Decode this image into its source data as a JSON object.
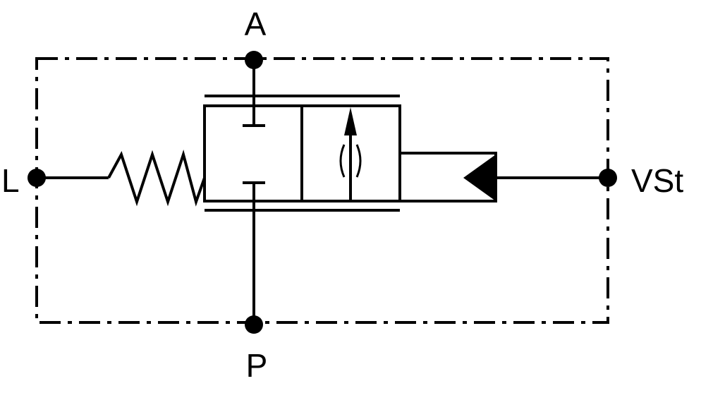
{
  "ports": {
    "a": "A",
    "p": "P",
    "l": "L",
    "vst": "VSt"
  },
  "colors": {
    "stroke": "#000000",
    "background": "#ffffff"
  }
}
